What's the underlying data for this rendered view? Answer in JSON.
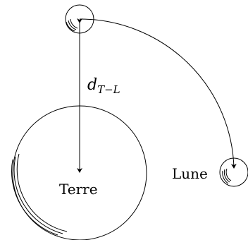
{
  "diagram": {
    "earth_label": "Terre",
    "moon_label": "Lune",
    "distance_label": {
      "symbol": "d",
      "subscript": "T−L"
    },
    "stroke_color": "#000000",
    "background_color": "#ffffff"
  }
}
